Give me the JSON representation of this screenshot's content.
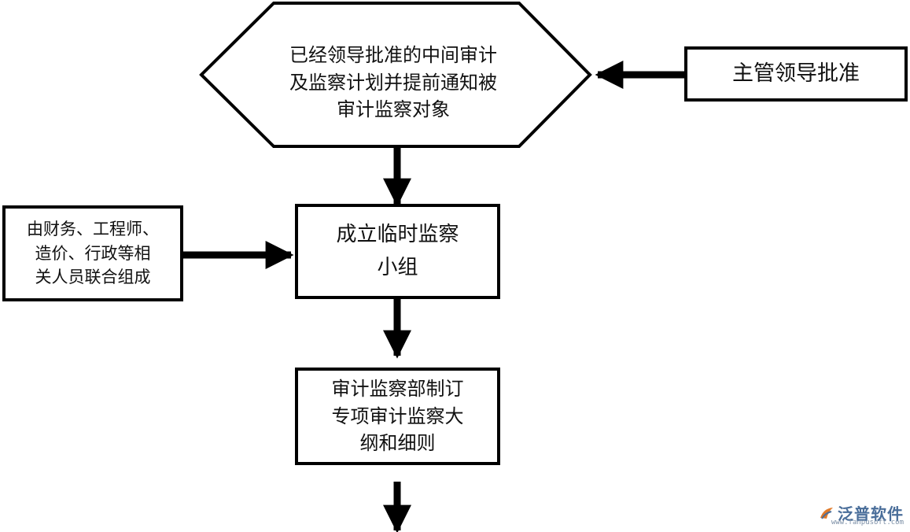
{
  "nodes": {
    "approved_plan": "已经领导批准的中间审计\n及监察计划并提前通知被\n审计监察对象",
    "supervisor_approval": "主管领导批准",
    "members": "由财务、工程师、\n造价、行政等相\n关人员联合组成",
    "temp_group": "成立临时监察\n小组",
    "outline": "审计监察部制订\n专项审计监察大\n纲和细则"
  },
  "logo": {
    "brand": "泛普软件",
    "site": "www.fanpusoft.com"
  },
  "colors": {
    "stroke": "#000000",
    "logo": "#4a6e9a"
  }
}
